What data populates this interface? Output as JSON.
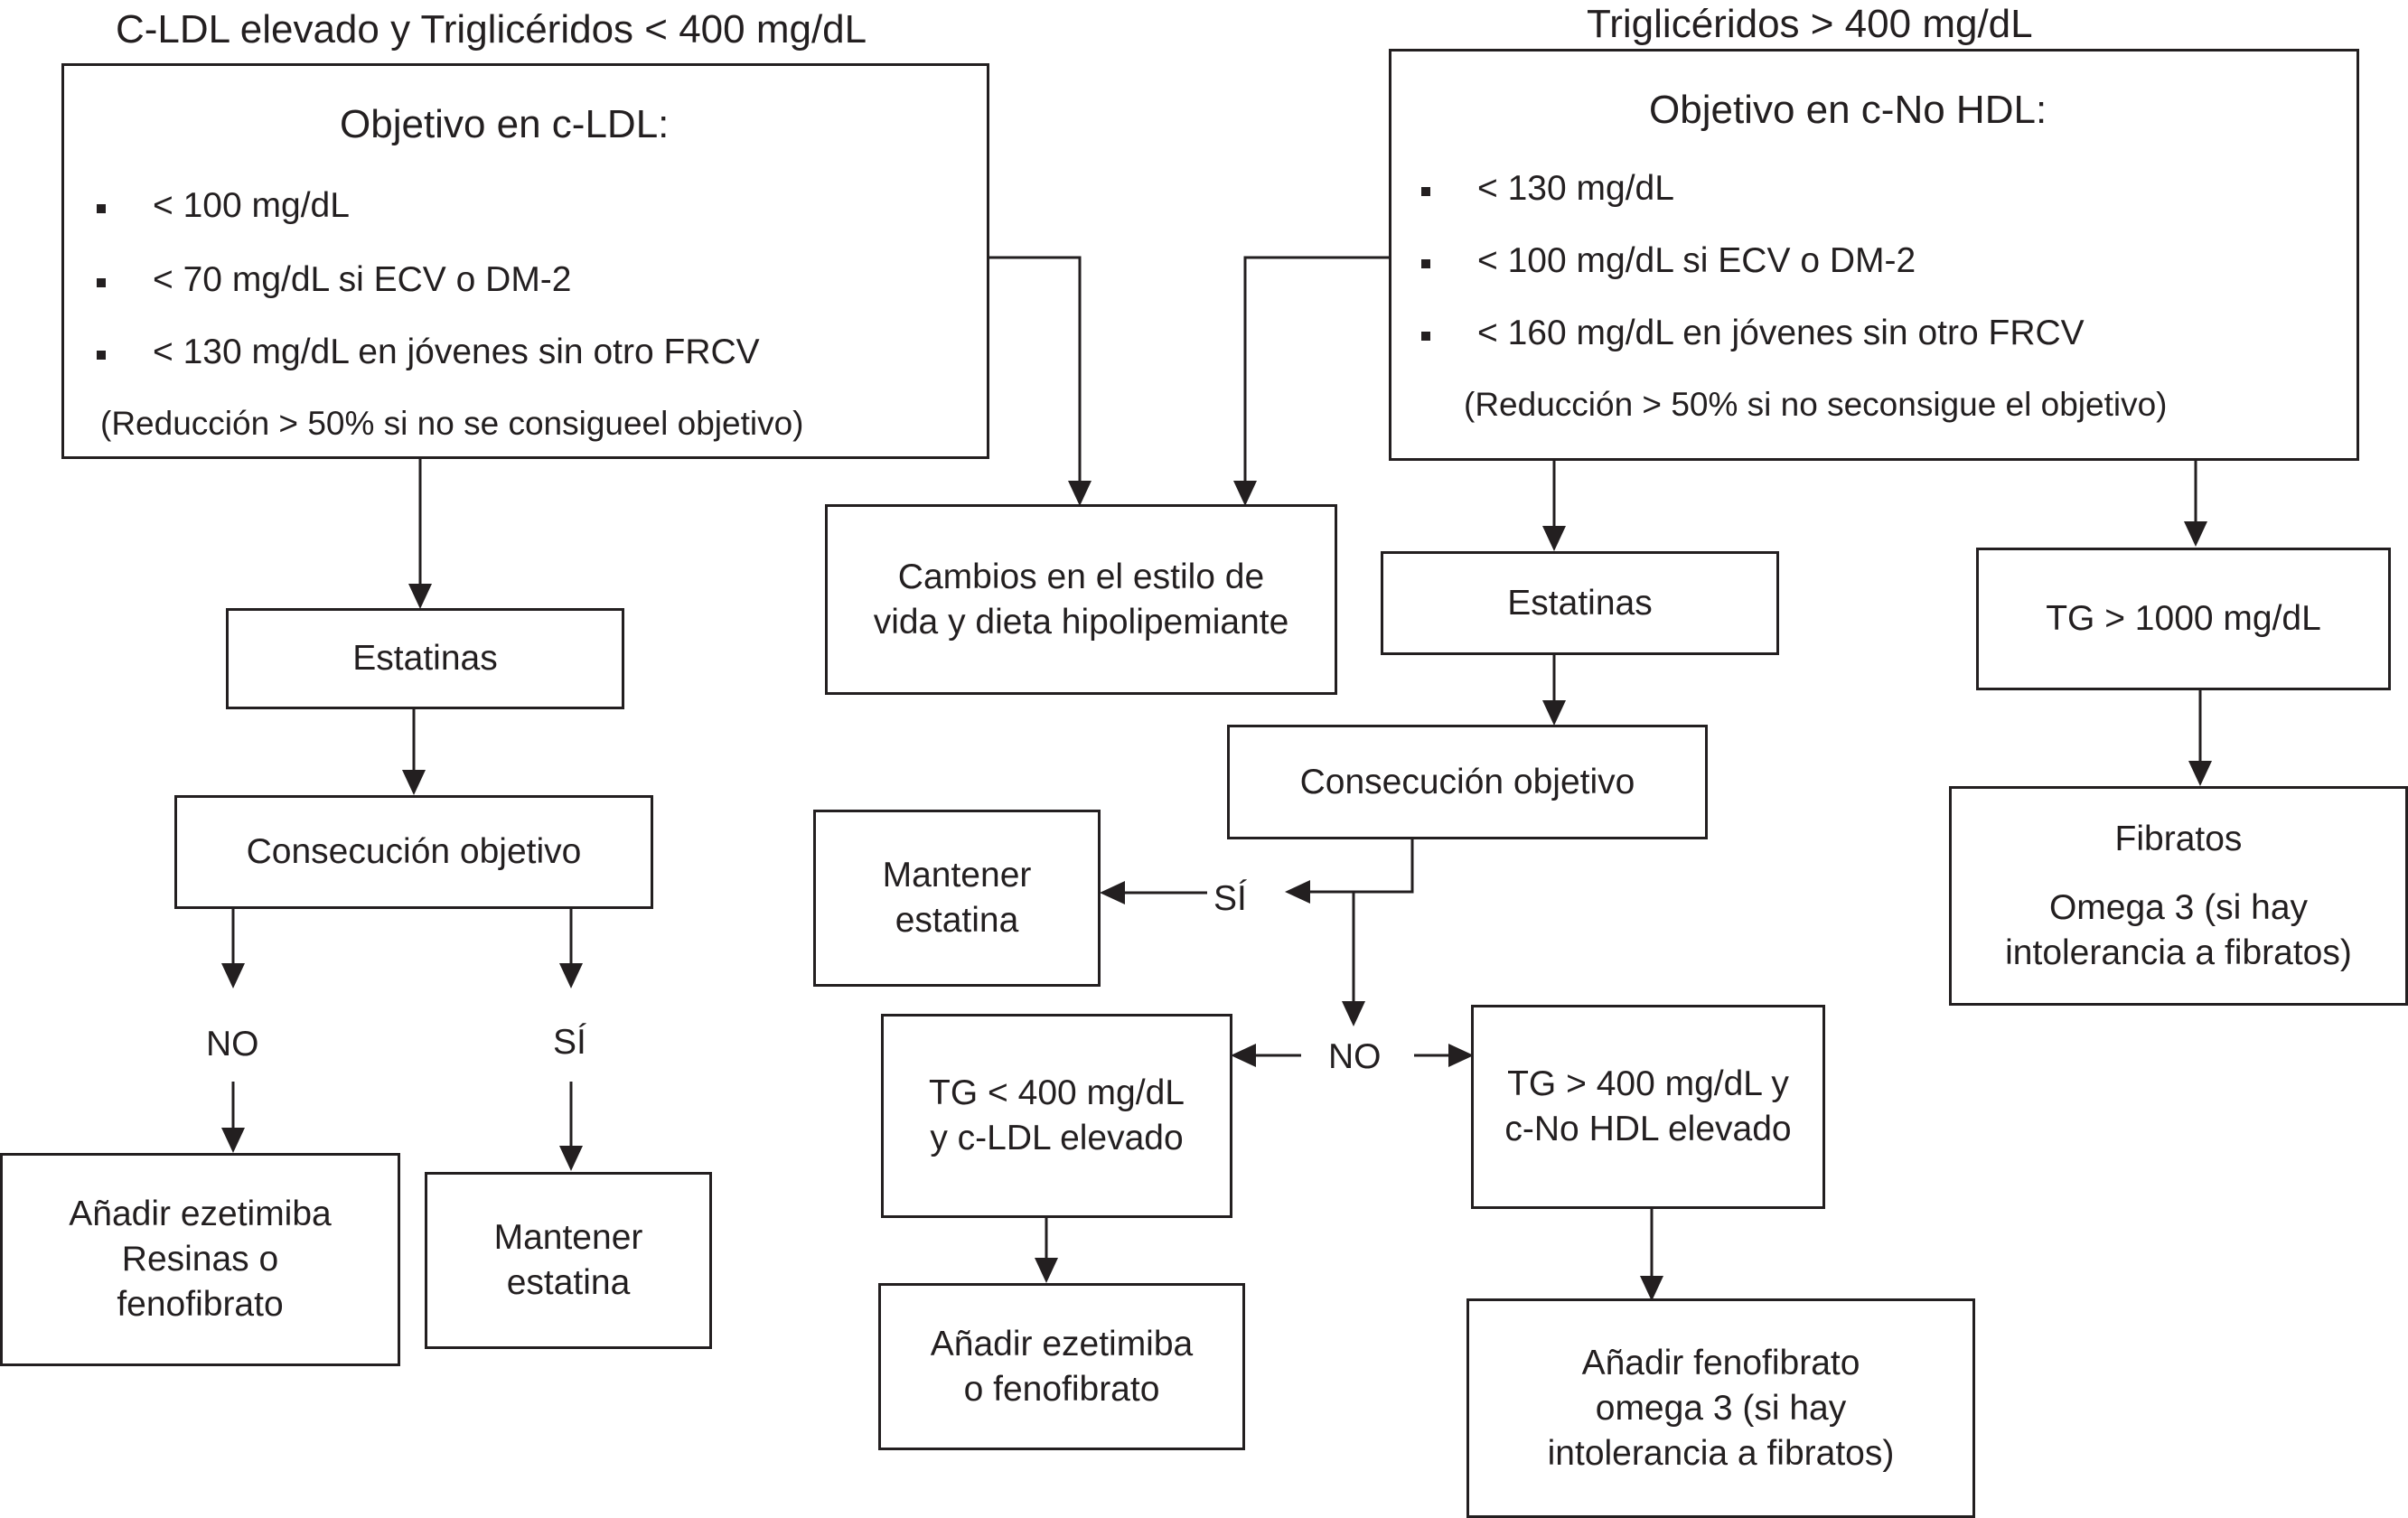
{
  "left": {
    "heading": "C-LDL elevado y Triglicéridos < 400 mg/dL",
    "objective": {
      "title": "Objetivo en c-LDL:",
      "bullets": [
        "< 100 mg/dL",
        "< 70 mg/dL si ECV o DM-2",
        "< 130 mg/dL en jóvenes sin otro FRCV"
      ],
      "note": "(Reducción > 50% si no se consigueel objetivo)"
    },
    "statins": "Estatinas",
    "goal": "Consecución objetivo",
    "no_label": "NO",
    "yes_label": "SÍ",
    "add_box": [
      "Añadir ezetimiba",
      "Resinas o",
      "fenofibrato"
    ],
    "keep_box": [
      "Mantener",
      "estatina"
    ]
  },
  "center": {
    "lifestyle": [
      "Cambios en el estilo de",
      "vida y dieta hipolipemiante"
    ]
  },
  "right": {
    "heading": "Triglicéridos > 400 mg/dL",
    "objective": {
      "title": "Objetivo en c-No HDL:",
      "bullets": [
        "< 130 mg/dL",
        "< 100 mg/dL si ECV o DM-2",
        "< 160 mg/dL en jóvenes sin otro FRCV"
      ],
      "note": "(Reducción > 50% si no seconsigue el objetivo)"
    },
    "statins": "Estatinas",
    "goal": "Consecución objetivo",
    "yes_label": "SÍ",
    "no_label": "NO",
    "keep_box": [
      "Mantener",
      "estatina"
    ],
    "tg_low": [
      "TG < 400 mg/dL",
      "y c-LDL elevado"
    ],
    "tg_high": [
      "TG > 400 mg/dL y",
      "c-No HDL elevado"
    ],
    "add_eze": [
      "Añadir ezetimiba",
      "o fenofibrato"
    ],
    "add_feno": [
      "Añadir fenofibrato",
      "omega 3 (si hay",
      "intolerancia a fibratos)"
    ],
    "tg_1000": "TG > 1000 mg/dL",
    "fibrates_title": "Fibratos",
    "fibrates_omega": [
      "Omega 3 (si hay",
      "intolerancia a fibratos)"
    ]
  }
}
